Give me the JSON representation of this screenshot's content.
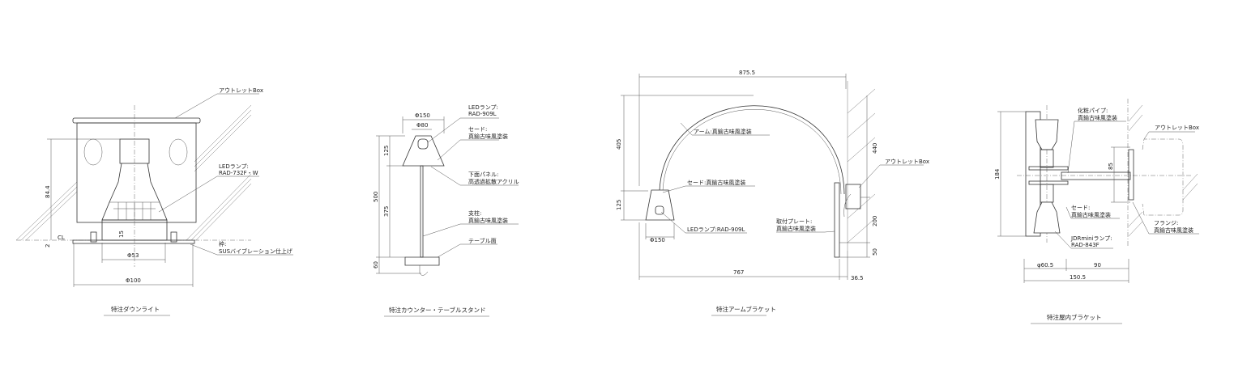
{
  "downlight": {
    "title": "特注ダウンライト",
    "outlet_box": "アウトレットBox",
    "lamp_label": "LEDランプ:",
    "lamp_model": "RAD-732F・W",
    "frame_label": "枠:",
    "frame_finish": "SUSバイブレーション仕上げ",
    "dim_height": "84.4",
    "dim_15": "15",
    "dim_2": "2",
    "cl": "CL",
    "dim_d53": "Φ53",
    "dim_d100": "Φ100"
  },
  "table_stand": {
    "title": "特注カウンター・テーブルスタンド",
    "lamp_label": "LEDランプ:",
    "lamp_model": "RAD-909L",
    "shade_label": "セード:",
    "shade_finish": "真鍮古味風塗装",
    "panel_label": "下面パネル:",
    "panel_material": "高透過拡散アクリル",
    "pole_label": "支柱:",
    "pole_finish": "真鍮古味風塗装",
    "table_surface": "テーブル面",
    "dim_d150": "Φ150",
    "dim_d80": "Φ80",
    "dim_125": "125",
    "dim_500": "500",
    "dim_375": "375",
    "dim_60": "60"
  },
  "arm_bracket": {
    "title": "特注アームブラケット",
    "dim_width": "875.5",
    "arm_label": "アーム:真鍮古味風塗装",
    "shade_label": "セード:真鍮古味風塗装",
    "lamp_label": "LEDランプ:RAD-909L",
    "plate_label": "取付プレート:",
    "plate_finish": "真鍮古味風塗装",
    "outlet_box": "アウトレットBox",
    "dim_405": "405",
    "dim_125": "125",
    "dim_440": "440",
    "dim_200": "200",
    "dim_50": "50",
    "dim_d150": "Φ150",
    "dim_767": "767",
    "dim_36_5": "36.5"
  },
  "indoor_bracket": {
    "title": "特注屋内ブラケット",
    "pipe_label": "化粧パイプ:",
    "pipe_finish": "真鍮古味風塗装",
    "outlet_box": "アウトレットBox",
    "shade_label": "セード:",
    "shade_finish": "真鍮古味風塗装",
    "flange_label": "フランジ:",
    "flange_finish": "真鍮古味風塗装",
    "lamp_label": "JDRminiランプ:",
    "lamp_model": "RAD-843F",
    "dim_85": "85",
    "dim_184": "184",
    "dim_d60_5": "φ60.5",
    "dim_90": "90",
    "dim_150_5": "150.5"
  }
}
